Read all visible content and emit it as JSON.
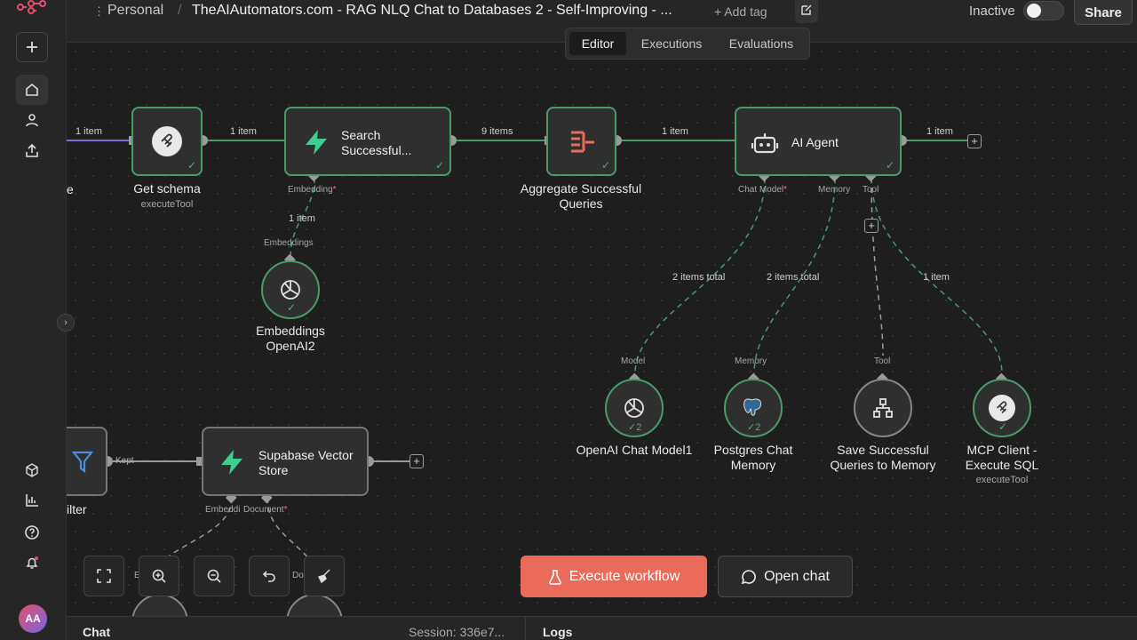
{
  "header": {
    "project": "Personal",
    "workflow_title": "TheAIAutomators.com - RAG NLQ Chat to Databases 2 - Self-Improving - ...",
    "add_tag": "+ Add tag",
    "status_label": "Inactive",
    "share_label": "Share"
  },
  "tabs": [
    {
      "label": "Editor",
      "active": true
    },
    {
      "label": "Executions",
      "active": false
    },
    {
      "label": "Evaluations",
      "active": false
    }
  ],
  "sidebar": {
    "items": [
      {
        "name": "add",
        "icon": "plus-icon"
      },
      {
        "name": "home",
        "icon": "home-icon"
      },
      {
        "name": "user",
        "icon": "user-icon"
      },
      {
        "name": "upload",
        "icon": "upload-icon"
      },
      {
        "name": "templates",
        "icon": "cube-icon"
      },
      {
        "name": "insights",
        "icon": "bar-chart-icon"
      },
      {
        "name": "help",
        "icon": "help-icon"
      },
      {
        "name": "notifications",
        "icon": "bell-icon"
      }
    ],
    "avatar": "AA"
  },
  "nodes": {
    "get_schema": {
      "title": "Get schema",
      "subtitle": "executeTool"
    },
    "search": {
      "title": "Search Successful..."
    },
    "aggregate": {
      "title": "Aggregate Successful Queries"
    },
    "agent": {
      "title": "AI Agent"
    },
    "embeddings": {
      "title": "Embeddings OpenAI2"
    },
    "openai_chat": {
      "title": "OpenAI Chat Model1",
      "count": "2"
    },
    "postgres": {
      "title": "Postgres Chat Memory",
      "count": "2"
    },
    "save_queries": {
      "title": "Save Successful Queries to Memory"
    },
    "mcp": {
      "title": "MCP Client - Execute SQL",
      "subtitle": "executeTool"
    },
    "supabase": {
      "title": "Supabase Vector Store"
    },
    "filter": {
      "title": "ilter"
    },
    "partial_left": {
      "title": "e"
    }
  },
  "wires": {
    "w1": "1 item",
    "w2": "1 item",
    "w3": "9 items",
    "w4": "1 item",
    "w5": "1 item",
    "embedding_wire": "1 item",
    "model_wire": "2 items total",
    "memory_wire": "2 items total",
    "mcp_wire": "1 item",
    "kept": "Kept"
  },
  "ports": {
    "embedding": "Embedding",
    "embeddings": "Embeddings",
    "chat_model": "Chat Model",
    "memory": "Memory",
    "tool": "Tool",
    "model": "Model",
    "memory_in": "Memory",
    "tool_in": "Tool",
    "embeddi": "Embeddi",
    "document": "Document",
    "e_partial": "E",
    "do_partial": "Do"
  },
  "actions": {
    "execute_label": "Execute workflow",
    "open_chat_label": "Open chat"
  },
  "bottom_panel": {
    "chat_label": "Chat",
    "session_label": "Session: 336e7...",
    "logs_label": "Logs"
  },
  "colors": {
    "accent": "#ea6b5a",
    "success": "#4caf7a",
    "canvas": "#1e1e1e"
  }
}
